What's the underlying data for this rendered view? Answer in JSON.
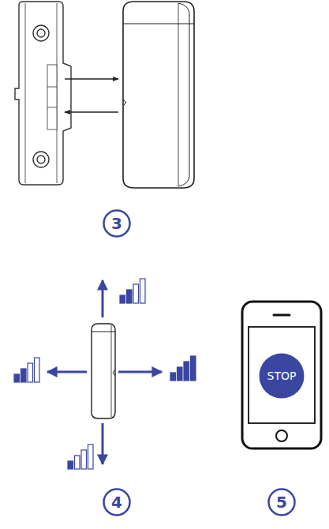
{
  "diagram": {
    "nodes": [
      {
        "text": [
          "3"
        ]
      },
      {
        "text": [
          "STOP"
        ]
      },
      {
        "text": [
          "4"
        ]
      },
      {
        "text": [
          "5"
        ]
      }
    ]
  }
}
